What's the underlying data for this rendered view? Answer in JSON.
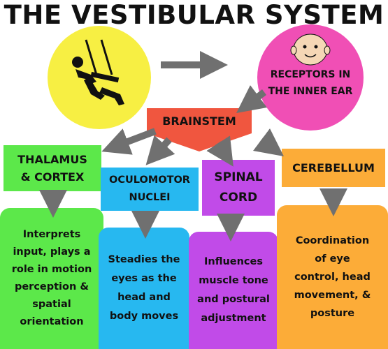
{
  "title": "THE VESTIBULAR SYSTEM",
  "nodes": {
    "motion": {
      "icon": "person-on-swing-icon"
    },
    "receptors": {
      "label": "RECEPTORS IN\nTHE INNER EAR",
      "icon": "baby-face-icon"
    },
    "brainstem": {
      "label": "BRAINSTEM"
    },
    "thalamus": {
      "label": "THALAMUS\n& CORTEX",
      "desc": "Interprets\ninput, plays a\nrole in motion\nperception &\nspatial\norientation"
    },
    "oculomotor": {
      "label": "OCULOMOTOR\nNUCLEI",
      "desc": "Steadies the\neyes as the\nhead and\nbody moves"
    },
    "spinal": {
      "label": "SPINAL\nCORD",
      "desc": "Influences\nmuscle tone\nand postural\nadjustment"
    },
    "cerebellum": {
      "label": "CEREBELLUM",
      "desc": "Coordination\nof eye\ncontrol, head\nmovement, &\nposture"
    }
  },
  "colors": {
    "yellow": "#f7ef43",
    "pink": "#f04fb5",
    "brainstem": "#f0563f",
    "green": "#5ce84a",
    "blue": "#27b8f0",
    "purple": "#c14be8",
    "orange": "#fcac38",
    "arrow": "#707070"
  }
}
